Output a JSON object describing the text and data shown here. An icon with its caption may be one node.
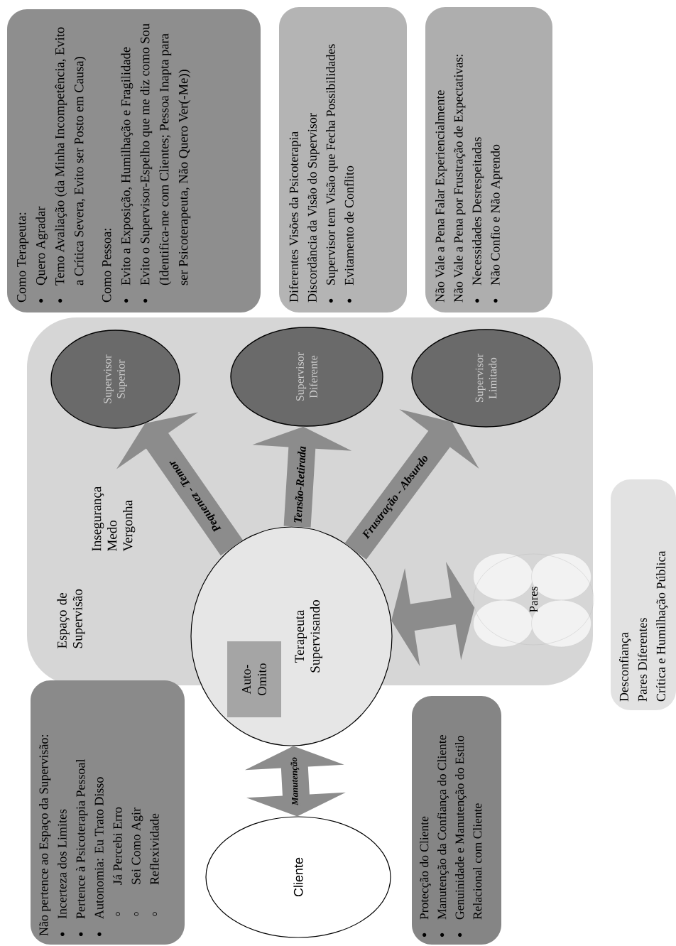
{
  "diagram": {
    "nodes": [
      {
        "text": [
          "Como Terapeuta:",
          "Quero Agradar",
          "Temo Avaliação (da Minha Incompetência, Evito a Crítica Severa, Evito ser Posto em Causa)",
          "Como Pessoa:",
          "Evito a Exposição, Humilhação e Fragilidade",
          "Evito o Supervisor-Espelho que me diz como Sou (Identifica-me com Clientes; Pessoa Inapta para ser Psicoterapeuta, Não Quero Ver(-Me))"
        ]
      },
      {
        "text": [
          "Diferentes Visões da Psicoterapia",
          "Discordância da Visão do Supervisor",
          "Supervisor tem Visão que Fecha Possibilidades",
          "Evitamento de Conflito"
        ]
      },
      {
        "text": [
          "Não Vale a Pena Falar Experiencialmente",
          "Não Vale a Pena por Frustração de Expectativas:",
          "Necessidades Desrespeitadas",
          "Não Confio e Não Aprendo"
        ]
      },
      {
        "text": [
          "Espaço de Supervisão",
          "Insegurança Medo Vergonha"
        ]
      },
      {
        "text": [
          "Supervisor Superior"
        ],
        "in": 3
      },
      {
        "text": [
          "Supervisor Diferente"
        ],
        "in": 3
      },
      {
        "text": [
          "Supervisor Limitado"
        ],
        "in": 3
      },
      {
        "text": [
          "Terapeuta Supervisando"
        ]
      },
      {
        "text": [
          "Auto-Omito"
        ],
        "in": 7
      },
      {
        "text": [
          "Pares"
        ],
        "in": 3
      },
      {
        "text": [
          "Não pertence ao Espaço da Supervisão:",
          "Incerteza dos Limites",
          "Pertence à Psicoterapia Pessoal",
          "Autonomia: Eu Trato Disso",
          "Já Percebi Erro",
          "Sei Como Agir",
          "Reflexividade"
        ]
      },
      {
        "text": [
          "Cliente"
        ]
      },
      {
        "text": [
          "Protecção do Cliente",
          "Manutenção da Confiança do Cliente",
          "Genuinidade e Manutenção do Estilo Relacional com Cliente"
        ]
      },
      {
        "text": [
          "Desconfiança",
          "Pares Diferentes",
          "Crítica e Humilhação Pública"
        ]
      }
    ],
    "edges": [
      {
        "from": 11,
        "to": 7,
        "arrow": "both",
        "label": "Manutenção"
      },
      {
        "from": 7,
        "to": 4,
        "arrow": "to",
        "label": "Pequenez - Temor"
      },
      {
        "from": 7,
        "to": 5,
        "arrow": "to",
        "label": "Tensão-Retirada"
      },
      {
        "from": 7,
        "to": 6,
        "arrow": "to",
        "label": "Frustração - Absurdo"
      },
      {
        "from": 7,
        "to": 9,
        "arrow": "both"
      }
    ]
  }
}
